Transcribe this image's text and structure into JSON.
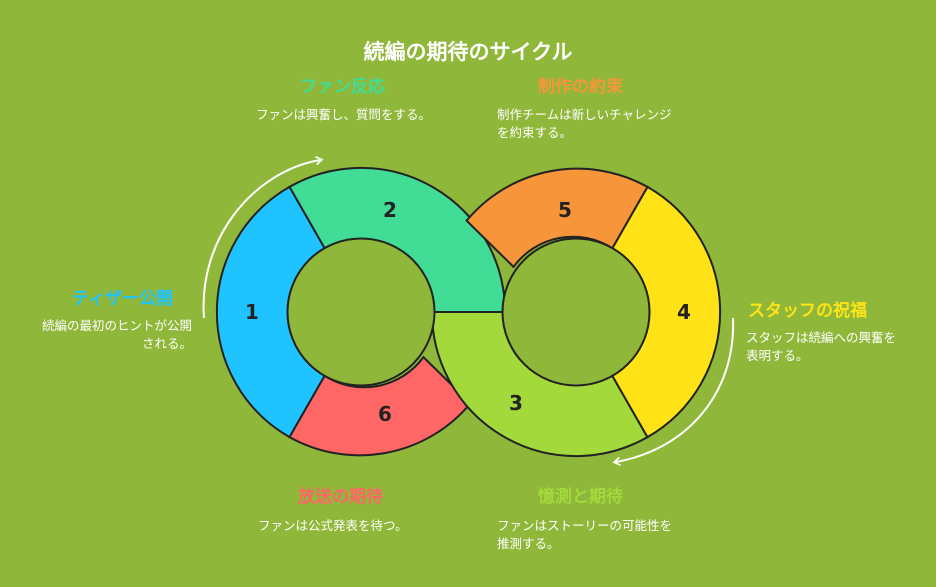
{
  "title": "続編の期待のサイクル",
  "steps": [
    {
      "number": "1",
      "label": "ティザー公開",
      "description": "続編の最初のヒントが公開される。",
      "color": "#1ec3ff"
    },
    {
      "number": "2",
      "label": "ファン反応",
      "description": "ファンは興奮し、質問をする。",
      "color": "#41dc96"
    },
    {
      "number": "3",
      "label": "憶測と期待",
      "description": "ファンはストーリーの可能性を推測する。",
      "color": "#a3d93b"
    },
    {
      "number": "4",
      "label": "スタッフの祝福",
      "description": "スタッフは続編への興奮を表明する。",
      "color": "#ffe316"
    },
    {
      "number": "5",
      "label": "制作の約束",
      "description": "制作チームは新しいチャレンジを約束する。",
      "color": "#f6953a"
    },
    {
      "number": "6",
      "label": "放送の期待",
      "description": "ファンは公式発表を待つ。",
      "color": "#ff6666"
    }
  ]
}
